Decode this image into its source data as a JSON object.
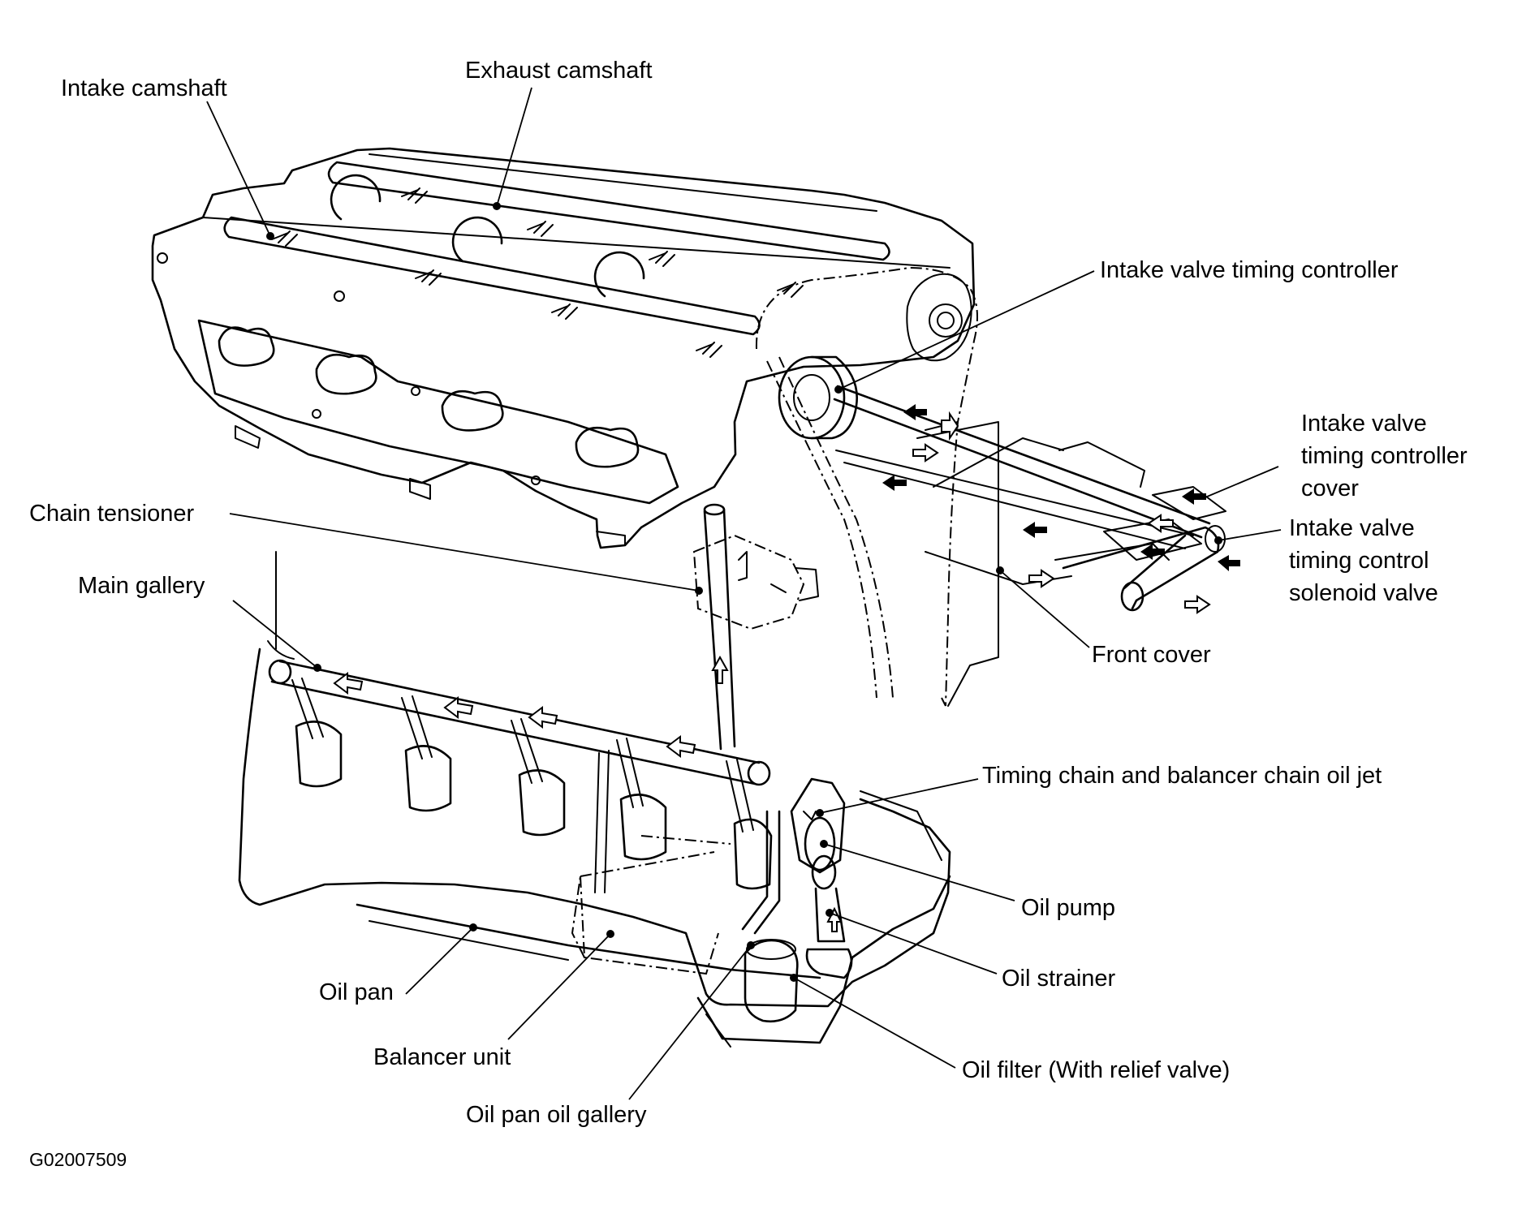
{
  "labels": {
    "intake_camshaft": "Intake camshaft",
    "exhaust_camshaft": "Exhaust camshaft",
    "ivt_controller": "Intake valve timing controller",
    "ivt_cover_1": "Intake valve",
    "ivt_cover_2": "timing controller",
    "ivt_cover_3": "cover",
    "ivt_solenoid_1": "Intake valve",
    "ivt_solenoid_2": "timing control",
    "ivt_solenoid_3": "solenoid valve",
    "chain_tensioner": "Chain tensioner",
    "main_gallery": "Main gallery",
    "front_cover": "Front cover",
    "timing_chain_jet": "Timing chain and balancer chain oil jet",
    "oil_pump": "Oil pump",
    "oil_strainer": "Oil strainer",
    "oil_filter": "Oil filter (With relief valve)",
    "oil_pan": "Oil pan",
    "balancer_unit": "Balancer unit",
    "oil_pan_gallery": "Oil pan oil gallery"
  },
  "figure_code": "G02007509"
}
